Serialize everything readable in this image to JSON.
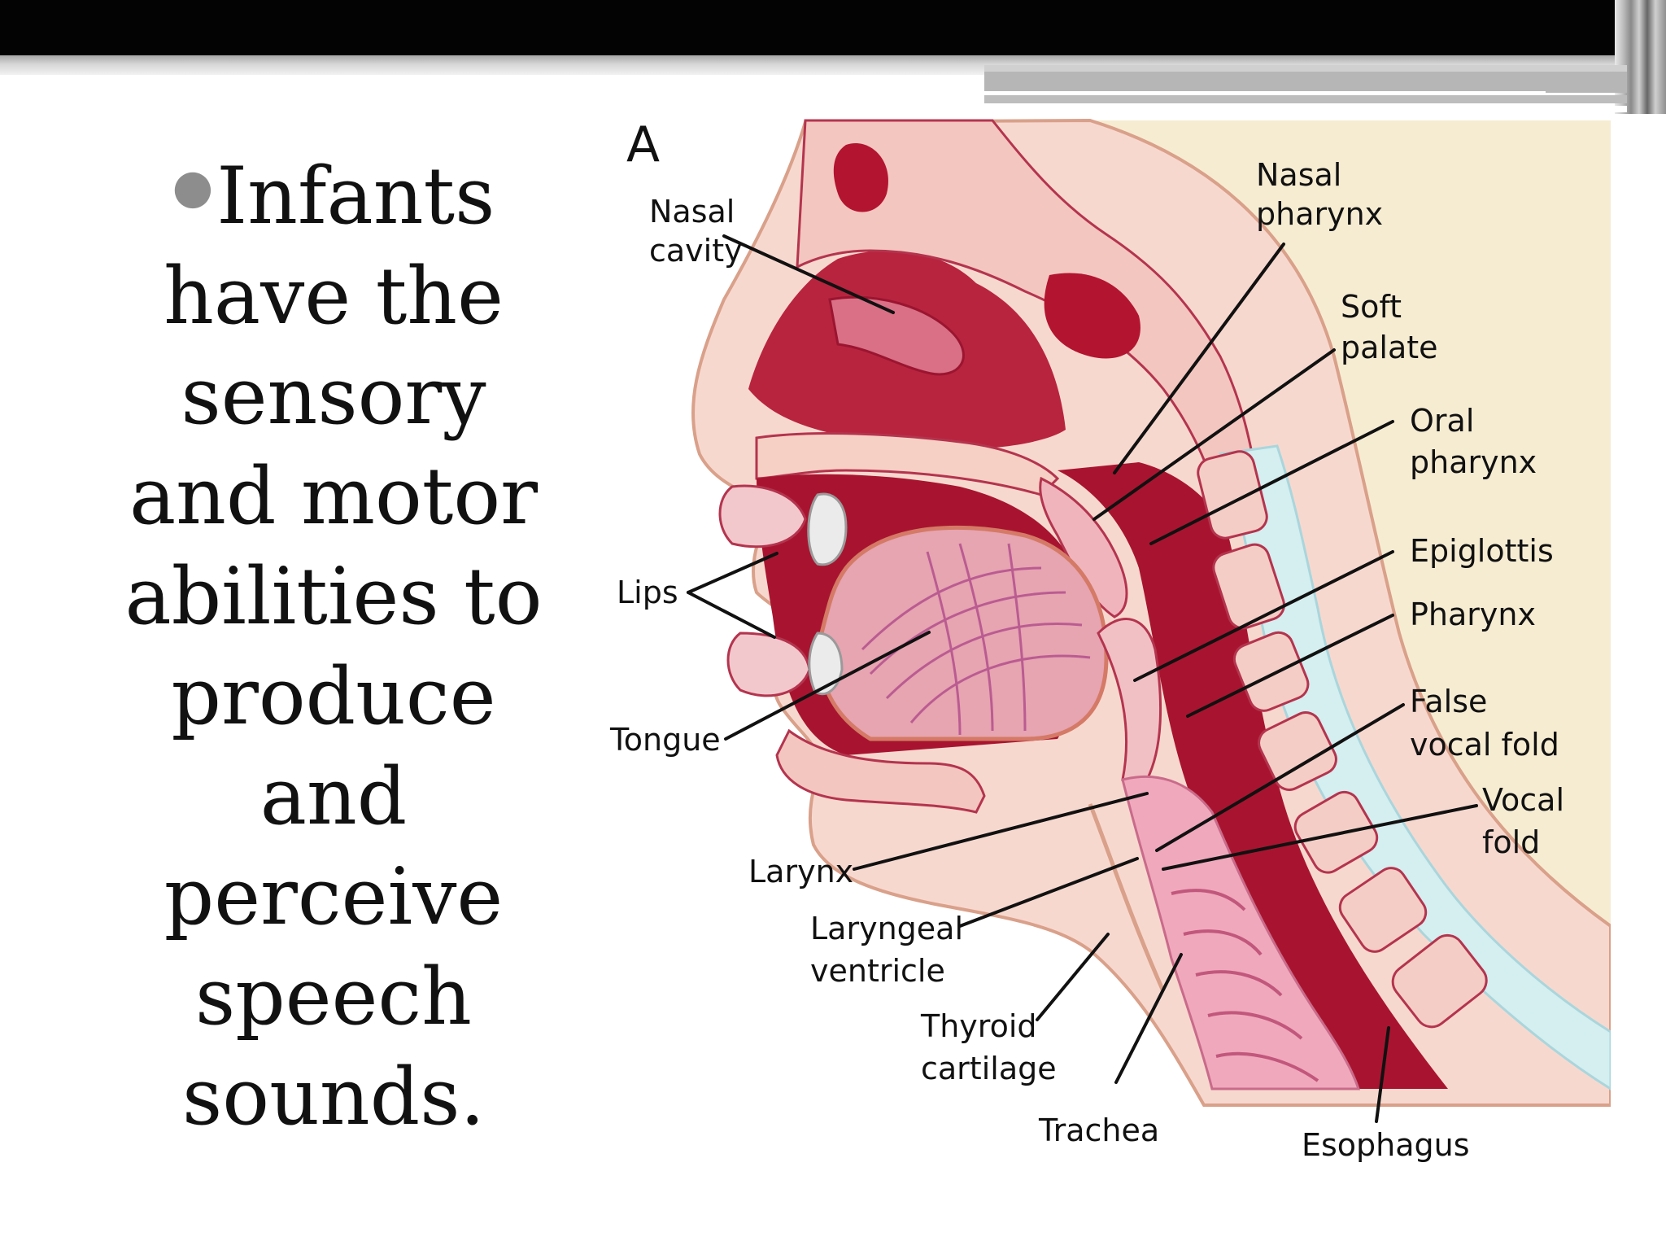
{
  "slide": {
    "bullet_text": "Infants have the sensory and motor abilities to produce and perceive speech sounds."
  },
  "diagram": {
    "panel_letter": "A",
    "labels": {
      "nasal_cavity": [
        "Nasal",
        "cavity"
      ],
      "nasal_pharynx": [
        "Nasal",
        "pharynx"
      ],
      "soft_palate": [
        "Soft",
        "palate"
      ],
      "oral_pharynx": [
        "Oral",
        "pharynx"
      ],
      "epiglottis": "Epiglottis",
      "pharynx": "Pharynx",
      "false_vocal_fold": [
        "False",
        "vocal fold"
      ],
      "vocal_fold": [
        "Vocal",
        "fold"
      ],
      "lips": "Lips",
      "tongue": "Tongue",
      "larynx": "Larynx",
      "laryngeal_ventricle": [
        "Laryngeal",
        "ventricle"
      ],
      "thyroid_cartilage": [
        "Thyroid",
        "cartilage"
      ],
      "trachea": "Trachea",
      "esophagus": "Esophagus"
    }
  },
  "colors": {
    "tissue_dark_red": "#a8142f",
    "tissue_pink": "#e6a0aa",
    "bone": "#f6d5c8",
    "background_cream": "#f6ecd2",
    "light_blue": "#c9ecef"
  }
}
